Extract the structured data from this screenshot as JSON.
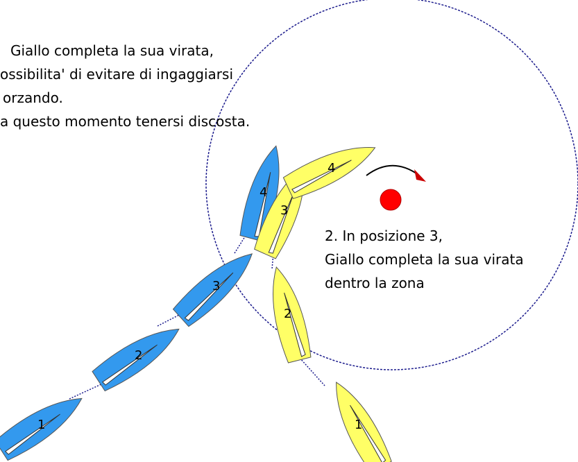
{
  "colors": {
    "blue_boat": "#3399ee",
    "yellow_boat": "#ffff66",
    "outline": "#555555",
    "zone_circle": "#1a1a8c",
    "mark": "#ff0000",
    "arrow": "#000000",
    "arrow_head": "#cc0000"
  },
  "caption_top": {
    "line1": "Giallo completa la sua virata,",
    "line2": "ossibilita' di evitare di ingaggiarsi",
    "line3": "orzando.",
    "line4": "a questo momento tenersi discosta."
  },
  "caption_right": {
    "line1": "2. In posizione 3,",
    "line2": "Giallo completa la sua virata",
    "line3": "dentro la zona"
  },
  "boats": {
    "blue": [
      {
        "label": "1"
      },
      {
        "label": "2"
      },
      {
        "label": "3"
      },
      {
        "label": "4"
      }
    ],
    "yellow": [
      {
        "label": "1"
      },
      {
        "label": "2"
      },
      {
        "label": "3"
      },
      {
        "label": "4"
      }
    ]
  },
  "icons": {
    "mark": "red-mark-buoy-icon",
    "rotation_arrow": "curved-arrow-icon"
  }
}
